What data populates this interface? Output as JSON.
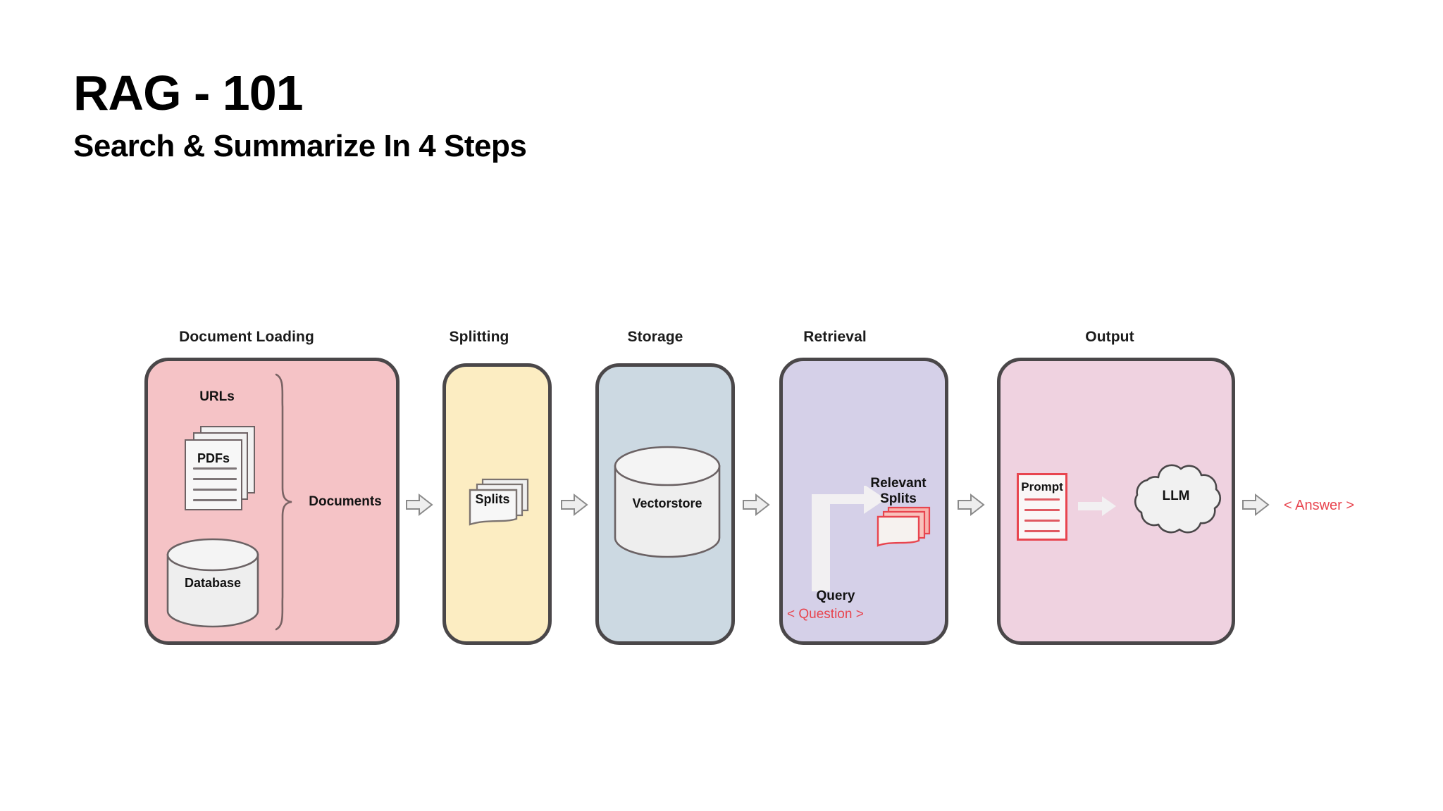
{
  "title": {
    "main": "RAG - 101",
    "subtitle": "Search & Summarize In 4 Steps"
  },
  "colors": {
    "document_loading": "#f5c3c6",
    "splitting": "#fcedc2",
    "storage": "#ccd9e2",
    "retrieval": "#d5d0e8",
    "output": "#efd2e0",
    "panel_border": "#4a4749",
    "accent_red": "#e8454f",
    "text": "#121212"
  },
  "diagram": {
    "stages": [
      {
        "label": "Document Loading"
      },
      {
        "label": "Splitting"
      },
      {
        "label": "Storage"
      },
      {
        "label": "Retrieval"
      },
      {
        "label": "Output"
      }
    ],
    "document_loading": {
      "urls_label": "URLs",
      "pdfs_label": "PDFs",
      "database_label": "Database",
      "documents_label": "Documents"
    },
    "splitting": {
      "splits_label": "Splits"
    },
    "storage": {
      "vectorstore_label": "Vectorstore"
    },
    "retrieval": {
      "relevant_splits_line1": "Relevant",
      "relevant_splits_line2": "Splits",
      "query_label": "Query",
      "question_placeholder": "< Question >"
    },
    "output": {
      "prompt_label": "Prompt",
      "llm_label": "LLM",
      "answer_placeholder": "< Answer >"
    }
  }
}
